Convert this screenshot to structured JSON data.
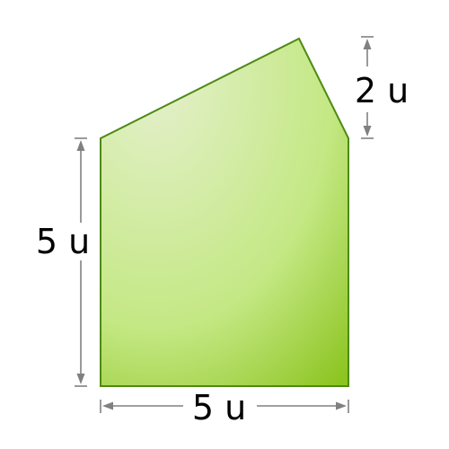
{
  "labels": {
    "left_height": "5 u",
    "bottom_width": "5 u",
    "right_rise": "2 u"
  },
  "colors": {
    "fill_light": "#e4f0cc",
    "fill_mid": "#c4e884",
    "fill_dark": "#8cc420",
    "outline": "#4e8a12",
    "dimension": "#808080",
    "text": "#000000"
  }
}
